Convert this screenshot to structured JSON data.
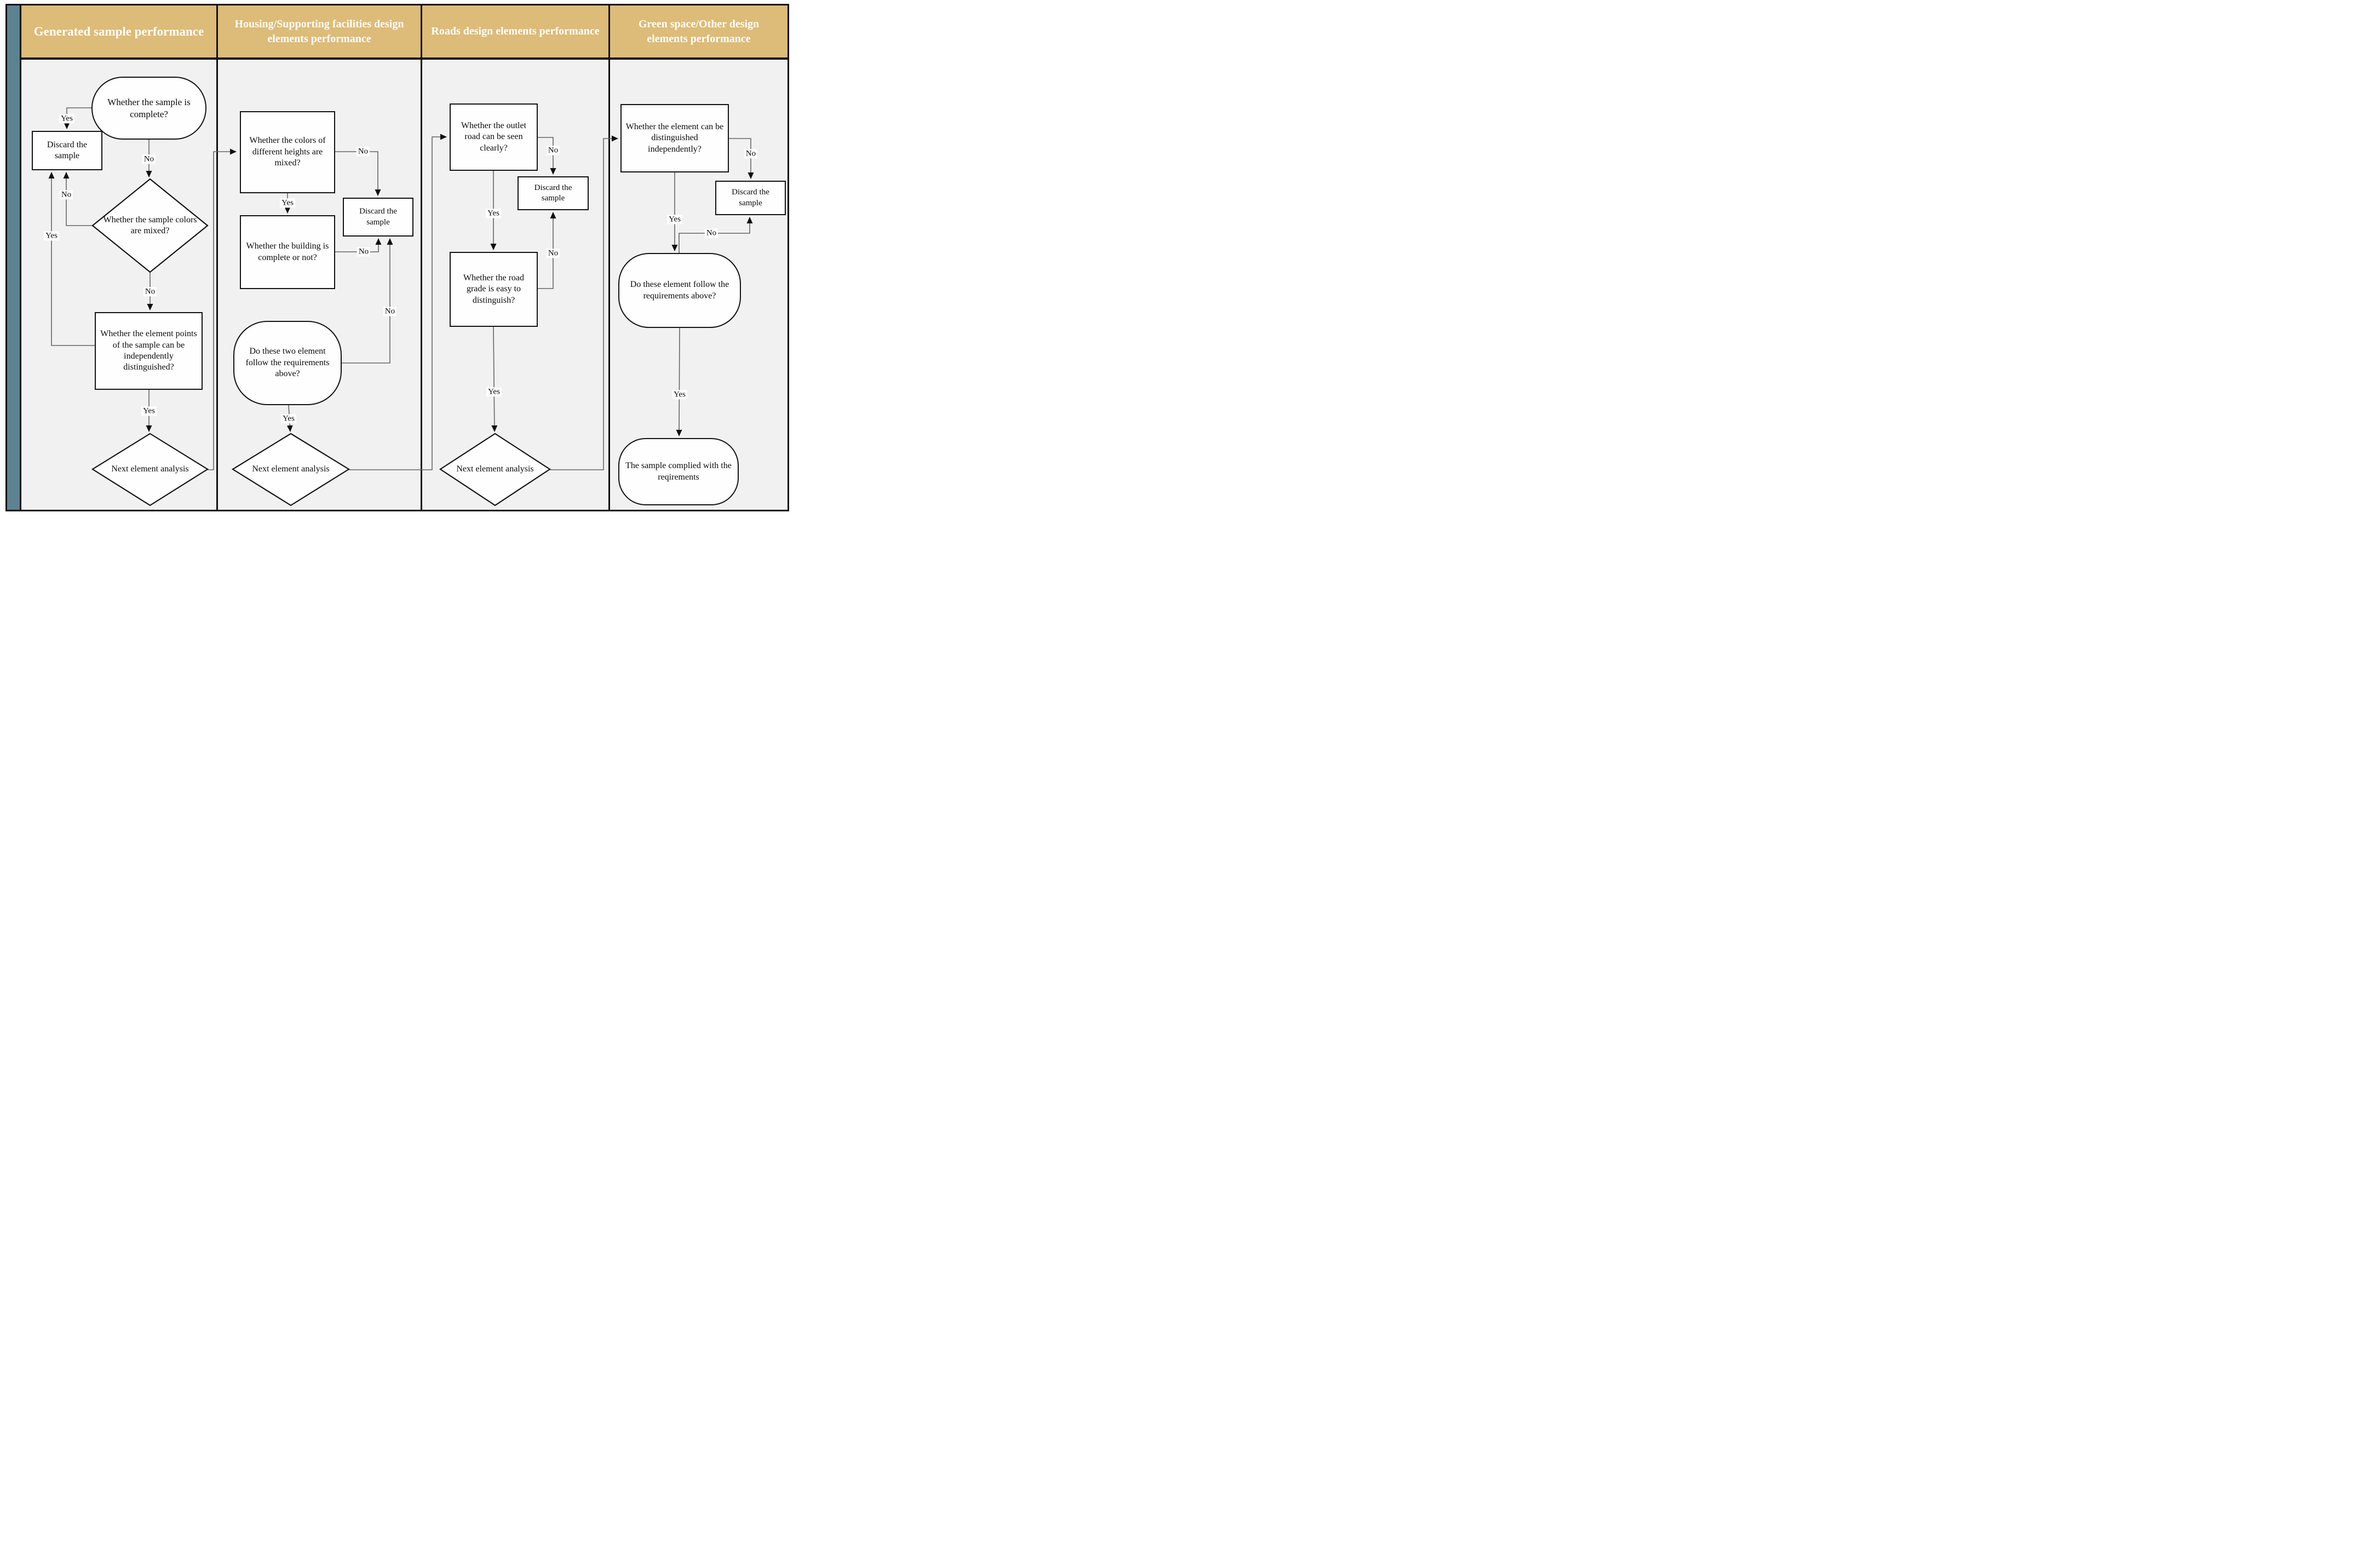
{
  "title_row": {
    "columns": [
      {
        "label": "Generated sample performance"
      },
      {
        "label": "Housing/Supporting facilities design elements performance"
      },
      {
        "label": "Roads design elements performance"
      },
      {
        "label": "Green space/Other  design elements performance"
      }
    ]
  },
  "labels": {
    "yes": "Yes",
    "no": "No"
  },
  "nodes": {
    "c1_complete": {
      "text": "Whether the sample is complete?"
    },
    "c1_discard": {
      "text": "Discard the sample"
    },
    "c1_colors_mixed": {
      "text": "Whether the sample colors are mixed?"
    },
    "c1_element_points": {
      "text": "Whether the element points of the sample can be independently distinguished?"
    },
    "c1_next": {
      "text": "Next element analysis"
    },
    "c2_heights_mixed": {
      "text": "Whether the colors of different heights are mixed?"
    },
    "c2_discard": {
      "text": "Discard the sample"
    },
    "c2_building": {
      "text": "Whether the building is complete or not?"
    },
    "c2_follow": {
      "text": "Do these two element follow the requirements above?"
    },
    "c2_next": {
      "text": "Next element analysis"
    },
    "c3_outlet": {
      "text": "Whether the outlet road can be seen clearly?"
    },
    "c3_discard": {
      "text": "Discard the sample"
    },
    "c3_road_grade": {
      "text": "Whether the road grade is easy to distinguish?"
    },
    "c3_next": {
      "text": "Next element analysis"
    },
    "c4_distinguish": {
      "text": "Whether the element can be distinguished independently?"
    },
    "c4_discard": {
      "text": "Discard the sample"
    },
    "c4_follow": {
      "text": "Do these  element follow the requirements above?"
    },
    "c4_complied": {
      "text": "The sample complied with the reqirements"
    }
  },
  "colors": {
    "header_bg": "#ddbb78",
    "sidebar_bg": "#5d8292",
    "body_bg": "#f1f1f2",
    "border": "#101010",
    "connector": "#666666"
  }
}
